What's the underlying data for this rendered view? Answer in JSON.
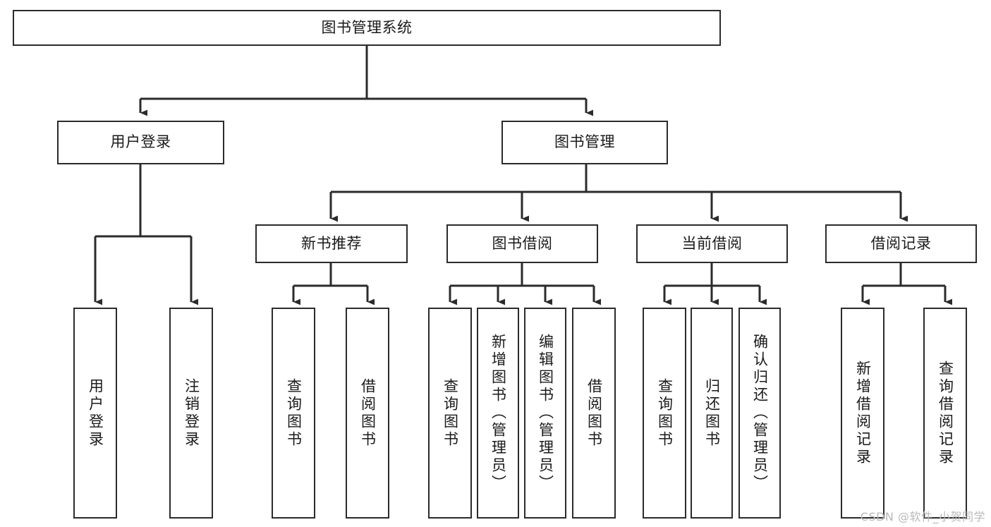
{
  "diagram": {
    "title": "图书管理系统",
    "type": "hierarchy-tree",
    "watermark": "CSDN @软件_小贺同学",
    "colors": {
      "background": "#ffffff",
      "box_border": "#2b2b2b",
      "box_fill": "#ffffff",
      "connector": "#2b2b2b",
      "text": "#1a1a1a",
      "watermark": "#b9b9b9"
    },
    "nodes": {
      "root": {
        "label": "图书管理系统",
        "orientation": "horizontal"
      },
      "level2": [
        {
          "id": "user-login",
          "label": "用户登录",
          "orientation": "horizontal"
        },
        {
          "id": "book-manage",
          "label": "图书管理",
          "orientation": "horizontal"
        }
      ],
      "level3": [
        {
          "id": "new-book-rec",
          "label": "新书推荐",
          "orientation": "horizontal"
        },
        {
          "id": "book-borrow",
          "label": "图书借阅",
          "orientation": "horizontal"
        },
        {
          "id": "current-borrow",
          "label": "当前借阅",
          "orientation": "horizontal"
        },
        {
          "id": "borrow-record",
          "label": "借阅记录",
          "orientation": "horizontal"
        }
      ],
      "leaves": [
        {
          "id": "leaf-user-login",
          "label": "用户登录",
          "orientation": "vertical",
          "parent": "user-login"
        },
        {
          "id": "leaf-logout",
          "label": "注销登录",
          "orientation": "vertical",
          "parent": "user-login"
        },
        {
          "id": "leaf-query-book-1",
          "label": "查询图书",
          "orientation": "vertical",
          "parent": "new-book-rec"
        },
        {
          "id": "leaf-borrow-book-1",
          "label": "借阅图书",
          "orientation": "vertical",
          "parent": "new-book-rec"
        },
        {
          "id": "leaf-query-book-2",
          "label": "查询图书",
          "orientation": "vertical",
          "parent": "book-borrow"
        },
        {
          "id": "leaf-add-book",
          "label": "新增图书（管理员）",
          "orientation": "vertical",
          "parent": "book-borrow"
        },
        {
          "id": "leaf-edit-book",
          "label": "编辑图书（管理员）",
          "orientation": "vertical",
          "parent": "book-borrow"
        },
        {
          "id": "leaf-borrow-book-2",
          "label": "借阅图书",
          "orientation": "vertical",
          "parent": "book-borrow"
        },
        {
          "id": "leaf-query-book-3",
          "label": "查询图书",
          "orientation": "vertical",
          "parent": "current-borrow"
        },
        {
          "id": "leaf-return-book",
          "label": "归还图书",
          "orientation": "vertical",
          "parent": "current-borrow"
        },
        {
          "id": "leaf-confirm-return",
          "label": "确认归还（管理员）",
          "orientation": "vertical",
          "parent": "current-borrow"
        },
        {
          "id": "leaf-add-record",
          "label": "新增借阅记录",
          "orientation": "vertical",
          "parent": "borrow-record"
        },
        {
          "id": "leaf-query-record",
          "label": "查询借阅记录",
          "orientation": "vertical",
          "parent": "borrow-record"
        }
      ]
    }
  }
}
